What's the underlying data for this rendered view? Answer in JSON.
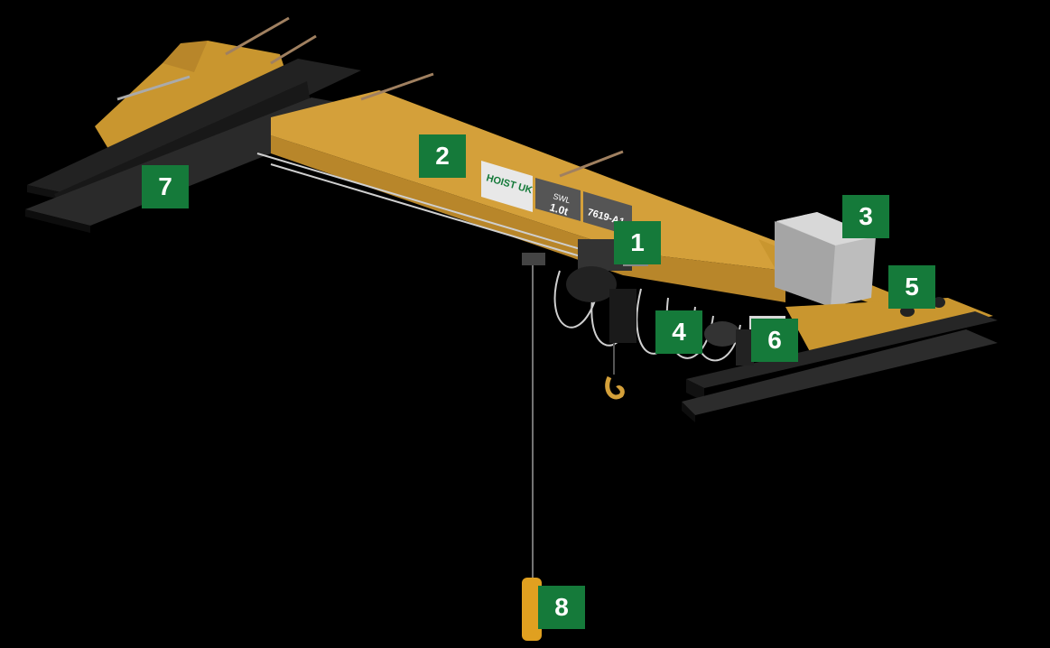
{
  "diagram": {
    "colors": {
      "background": "#000000",
      "bridge_beam": "#c9962f",
      "runway_beam": "#1c1c1c",
      "callout_badge": "#157a3a",
      "callout_text": "#ffffff",
      "control_panel": "#b9b9b9",
      "pendant": "#e0a020"
    },
    "beam_signage": {
      "logo": "HOIST UK",
      "swl_label": "SWL",
      "swl_value": "1.0t",
      "serial": "7619-A1"
    },
    "callouts": [
      "1",
      "2",
      "3",
      "4",
      "5",
      "6",
      "7",
      "8"
    ]
  }
}
